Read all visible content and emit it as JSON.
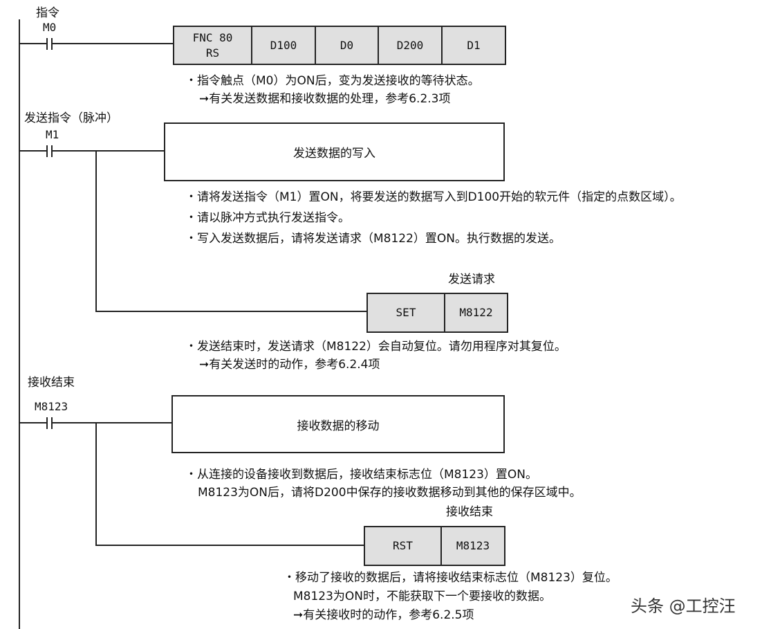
{
  "rung1": {
    "label": "指令",
    "contact": "M0",
    "instruction": [
      "FNC 80",
      "RS"
    ],
    "operands": [
      "D100",
      "D0",
      "D200",
      "D1"
    ],
    "notes": [
      "・指令触点（M0）为ON后，变为发送接收的等待状态。",
      "➞有关发送数据和接收数据的处理，参考6.2.3项"
    ]
  },
  "rung2": {
    "label": "发送指令（脉冲）",
    "contact": "M1",
    "block": "发送数据的写入",
    "notes": [
      "・请将发送指令（M1）置ON，将要发送的数据写入到D100开始的软元件（指定的点数区域）。",
      "・请以脉冲方式执行发送指令。",
      "・写入发送数据后，请将发送请求（M8122）置ON。执行数据的发送。"
    ],
    "coil_label": "发送请求",
    "coil_op": "SET",
    "coil_dev": "M8122",
    "notes2": [
      "・发送结束时，发送请求（M8122）会自动复位。请勿用程序对其复位。",
      "➞有关发送时的动作，参考6.2.4项"
    ]
  },
  "rung3": {
    "label": "接收结束",
    "contact": "M8123",
    "block": "接收数据的移动",
    "notes": [
      "・从连接的设备接收到数据后，接收结束标志位（M8123）置ON。",
      "M8123为ON后，请将D200中保存的接收数据移动到其他的保存区域中。"
    ],
    "coil_label": "接收结束",
    "coil_op": "RST",
    "coil_dev": "M8123",
    "notes2": [
      "・移动了接收的数据后，请将接收结束标志位（M8123）复位。",
      "M8123为ON时，不能获取下一个要接收的数据。",
      "➞有关接收时的动作，参考6.2.5项"
    ]
  },
  "watermark": "头条 @工控汪"
}
